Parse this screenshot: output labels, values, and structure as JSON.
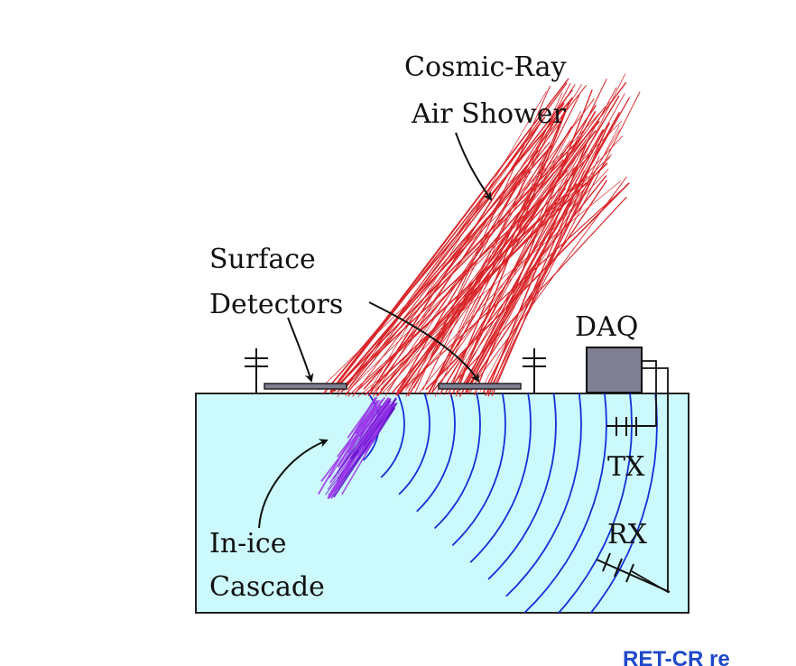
{
  "labels": {
    "air_shower_line1": "Cosmic-Ray",
    "air_shower_line2": "Air Shower",
    "surface_line1": "Surface",
    "surface_line2": "Detectors",
    "daq": "DAQ",
    "tx": "TX",
    "rx": "RX",
    "cascade_line1": "In-ice",
    "cascade_line2": "Cascade"
  },
  "corner_text": "RET-CR re",
  "colors": {
    "ice_fill": "#ccf9fb",
    "ice_stroke": "#222222",
    "shower": "#d9262a",
    "cascade": "#9b36ea",
    "radio_waves": "#1230d8",
    "daq_box": "#7f7f93",
    "detector_panel": "#7f7f93",
    "corner_text": "#1f48c9"
  },
  "icons": [
    "surface-antenna-icon",
    "daq-box-icon",
    "tx-antenna-icon",
    "rx-antenna-icon"
  ]
}
